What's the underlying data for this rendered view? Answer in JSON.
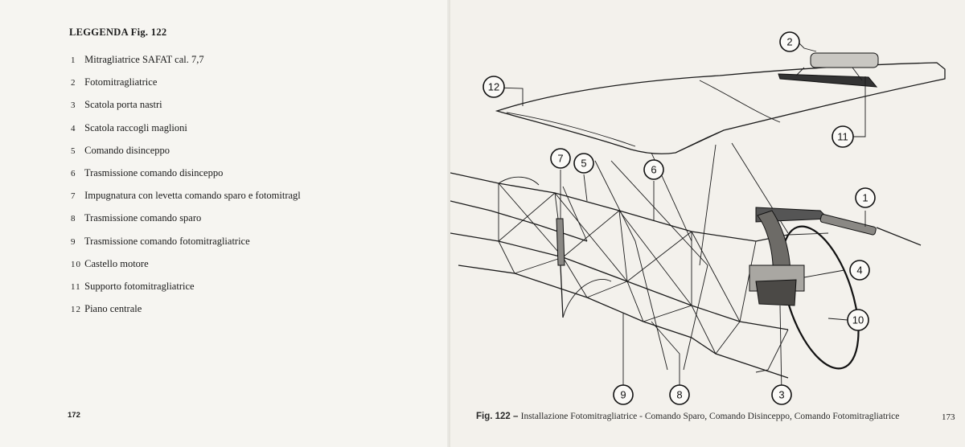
{
  "legend": {
    "title": "LEGGENDA Fig. 122",
    "items": [
      {
        "num": "1",
        "label": "Mitragliatrice SAFAT cal. 7,7"
      },
      {
        "num": "2",
        "label": "Fotomitragliatrice"
      },
      {
        "num": "3",
        "label": "Scatola porta nastri"
      },
      {
        "num": "4",
        "label": "Scatola raccogli maglioni"
      },
      {
        "num": "5",
        "label": "Comando disinceppo"
      },
      {
        "num": "6",
        "label": "Trasmissione comando disinceppo"
      },
      {
        "num": "7",
        "label": "Impugnatura con levetta comando sparo e fotomitragl"
      },
      {
        "num": "8",
        "label": "Trasmissione comando sparo"
      },
      {
        "num": "9",
        "label": "Trasmissione comando fotomitragliatrice"
      },
      {
        "num": "10",
        "label": "Castello motore"
      },
      {
        "num": "11",
        "label": "Supporto fotomitragliatrice"
      },
      {
        "num": "12",
        "label": "Piano centrale"
      }
    ]
  },
  "figure": {
    "caption_fig": "Fig. 122",
    "caption_text": "Installazione Fotomitragliatrice - Comando Sparo, Comando Disinceppo, Comando Fotomitragliatrice",
    "callouts": [
      "1",
      "2",
      "3",
      "4",
      "5",
      "6",
      "7",
      "8",
      "9",
      "10",
      "11",
      "12"
    ]
  },
  "pages": {
    "left": "172",
    "right": "173"
  }
}
